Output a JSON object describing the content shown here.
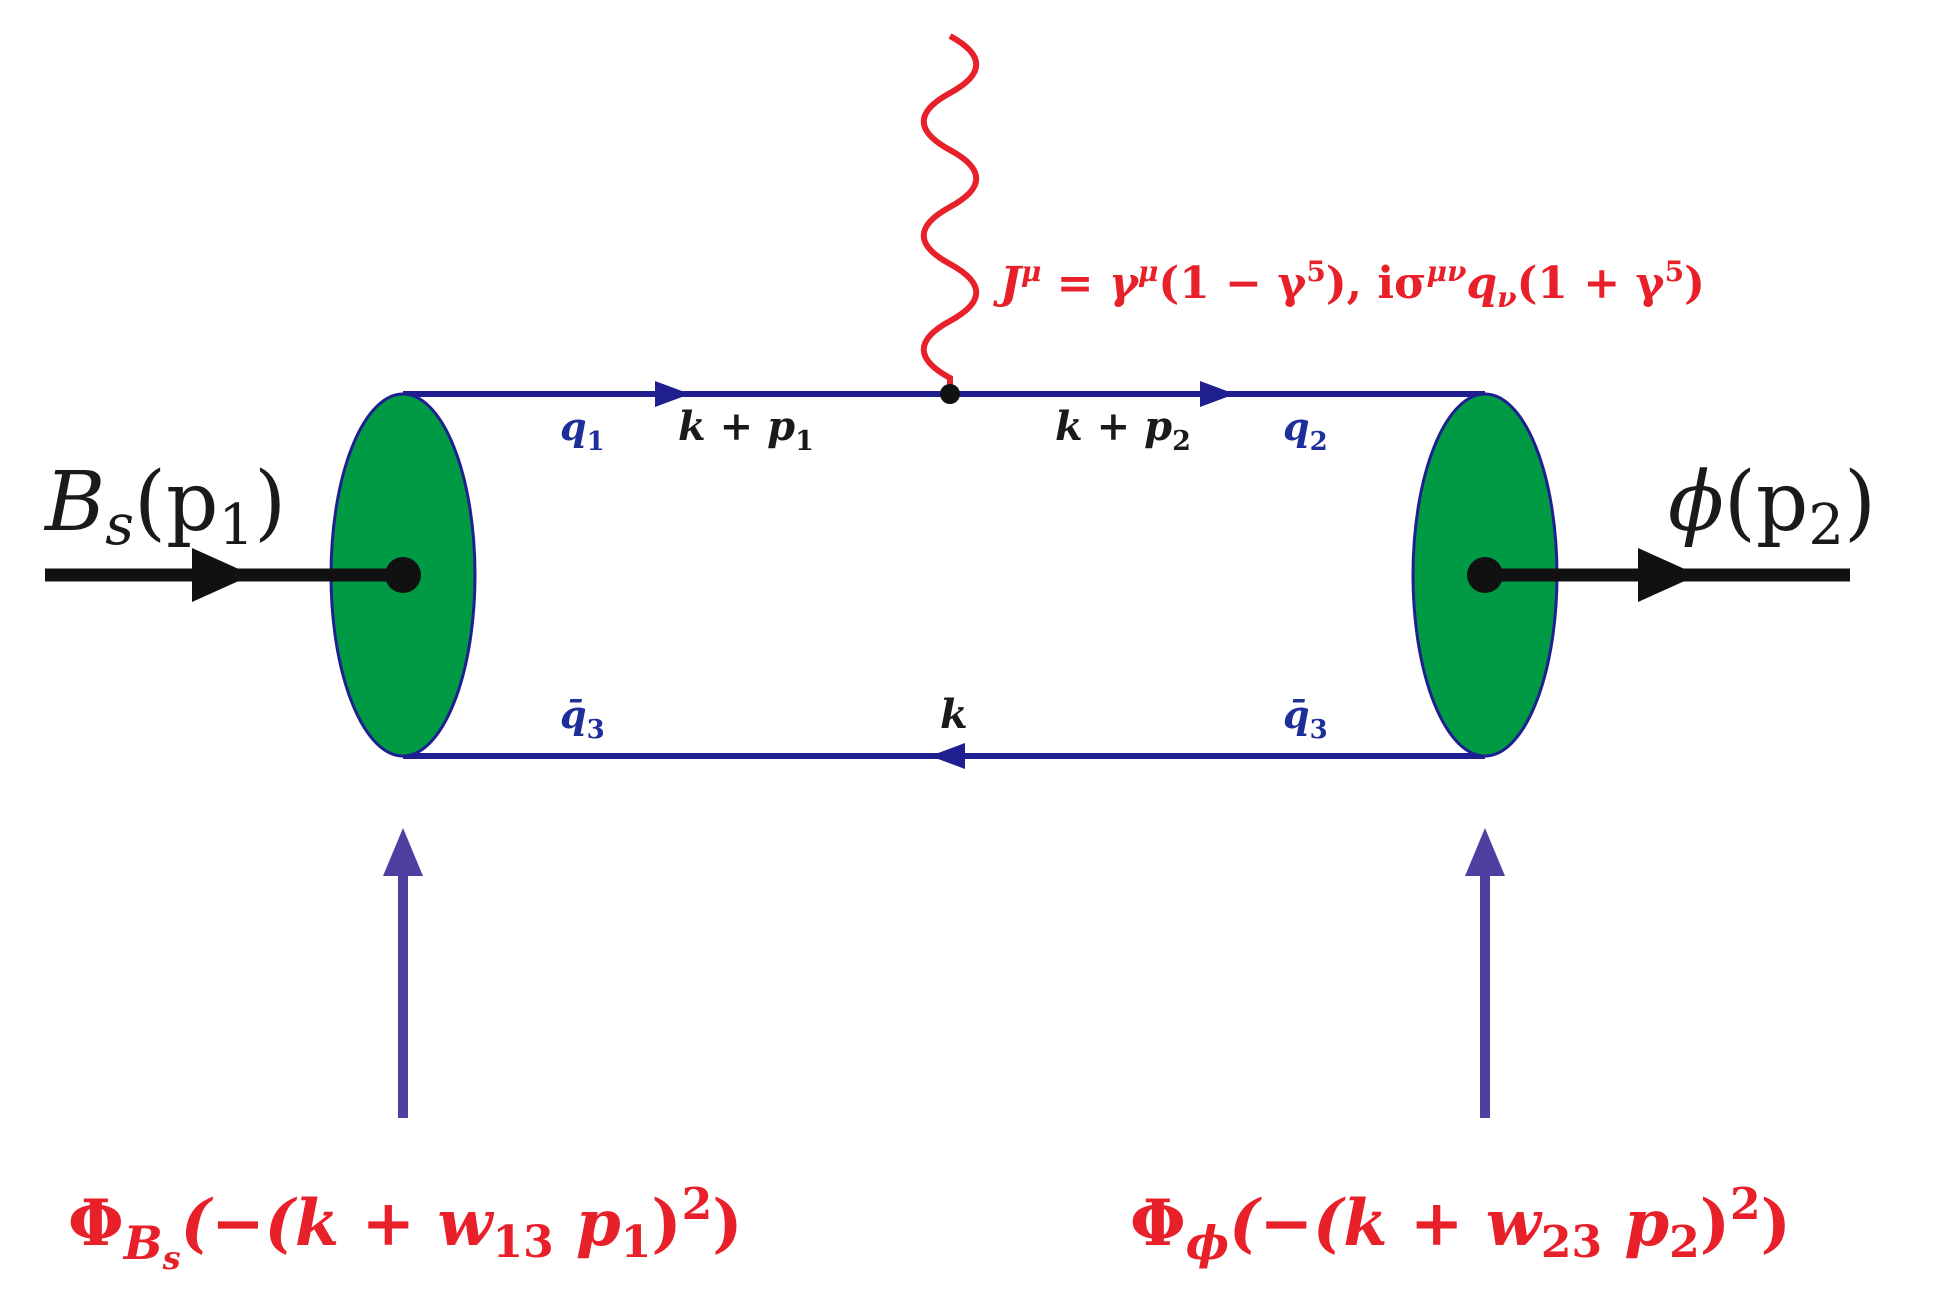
{
  "colors": {
    "quark_line": "#1f1f8f",
    "blob_fill": "#009a44",
    "photon": "#e8202a",
    "meson_line": "#111111",
    "vertex_arrow": "#4f3fa0",
    "label_red": "#e8202a",
    "label_blue": "#1f2f9a",
    "label_black": "#1a1a1a"
  },
  "labels": {
    "current": {
      "j": "J",
      "j_sup": "μ",
      "eq": " = γ",
      "g_sup": "μ",
      "p1": "(1 − γ",
      "five1": "5",
      "p2": "), iσ",
      "s_sup": "μν",
      "q": "q",
      "q_sub": "ν",
      "p3": "(1 + γ",
      "five2": "5",
      "p4": ")"
    },
    "q1": {
      "base": "q",
      "sub": "1"
    },
    "k_p1": {
      "base": "k + p",
      "sub": "1"
    },
    "k_p2": {
      "base": "k + p",
      "sub": "2"
    },
    "q2": {
      "base": "q",
      "sub": "2"
    },
    "q3bar_left": {
      "base": "q̄",
      "sub": "3"
    },
    "k": "k",
    "q3bar_right": {
      "base": "q̄",
      "sub": "3"
    },
    "bs_in": {
      "b": "B",
      "s": "s",
      "paren": "(p",
      "one": "1",
      "close": ")"
    },
    "phi_out": {
      "phi": "ϕ",
      "paren": "(p",
      "two": "2",
      "close": ")"
    },
    "vertex_bs": {
      "phi": "Φ",
      "b": "B",
      "s": "s",
      "open": "(−(k + w",
      "w": "13",
      "p": " p",
      "one": "1",
      "close": ")",
      "sq": "2",
      "end": ")"
    },
    "vertex_phi": {
      "phi": "Φ",
      "sub": "ϕ",
      "open": "(−(k + w",
      "w": "23",
      "p": " p",
      "two": "2",
      "close": ")",
      "sq": "2",
      "end": ")"
    }
  }
}
